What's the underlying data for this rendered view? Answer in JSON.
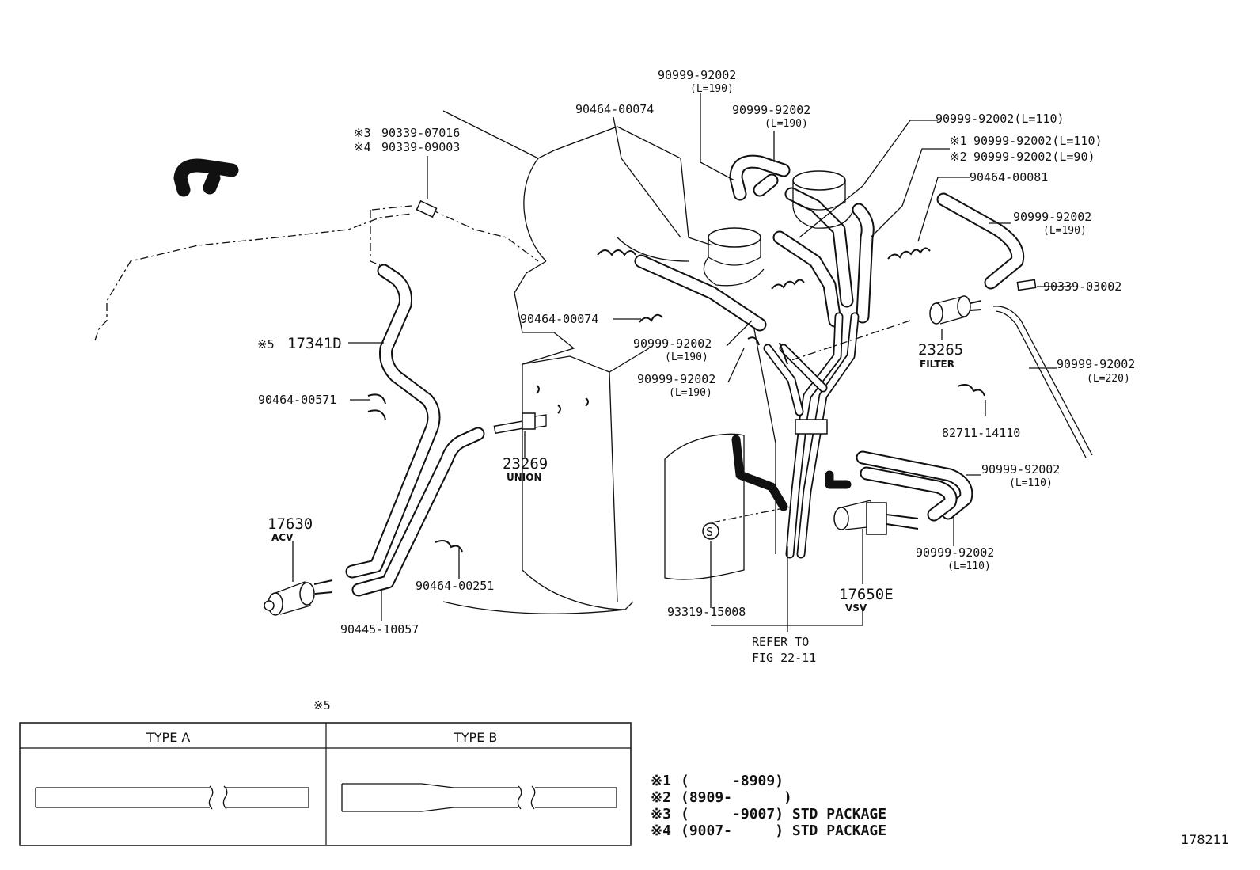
{
  "labels": {
    "hose_top_190": [
      "90999-92002",
      "(L=190)"
    ],
    "hose_top2_190": [
      "90999-92002",
      "(L=190)"
    ],
    "clamp_top_00074": "90464-00074",
    "hose_r1_110": "90999-92002(L=110)",
    "n1": "※1",
    "hose_n1": "90999-92002(L=110)",
    "n2": "※2",
    "hose_n2": "90999-92002(L=90)",
    "clamp_00081": "90464-00081",
    "hose_right_190": [
      "90999-92002",
      "(L=190)"
    ],
    "plug_03002": "90339-03002",
    "filter": [
      "23265",
      "FILTER"
    ],
    "hose_right_220": [
      "90999-92002",
      "(L=220)"
    ],
    "clip_14110": "82711-14110",
    "hose_r_110a": [
      "90999-92002",
      "(L=110)"
    ],
    "hose_r_110b": [
      "90999-92002",
      "(L=110)"
    ],
    "vsv": [
      "17650E",
      "VSV"
    ],
    "refer": [
      "REFER TO",
      "FIG 22-11"
    ],
    "bolt_15008": "93319-15008",
    "clamp_mid_00074": "90464-00074",
    "hose_mid_190a": [
      "90999-92002",
      "(L=190)"
    ],
    "hose_mid_190b": [
      "90999-92002",
      "(L=190)"
    ],
    "n3": "※3",
    "n3_part": "90339-07016",
    "n4": "※4",
    "n4_part": "90339-09003",
    "n5": "※5",
    "hose_17341": "17341D",
    "clamp_00571": "90464-00571",
    "union": [
      "23269",
      "UNION"
    ],
    "acv": [
      "17630",
      "ACV"
    ],
    "hose_10057": "90445-10057",
    "clamp_00251": "90464-00251",
    "s_mark": "S"
  },
  "table": {
    "marker": "※5",
    "type_a": "TYPE A",
    "type_b": "TYPE B"
  },
  "notes": [
    {
      "mark": "※1",
      "text": "(     -8909)"
    },
    {
      "mark": "※2",
      "text": "(8909-      )"
    },
    {
      "mark": "※3",
      "text": "(     -9007) STD PACKAGE"
    },
    {
      "mark": "※4",
      "text": "(9007-     ) STD PACKAGE"
    }
  ],
  "figure_id": "178211"
}
